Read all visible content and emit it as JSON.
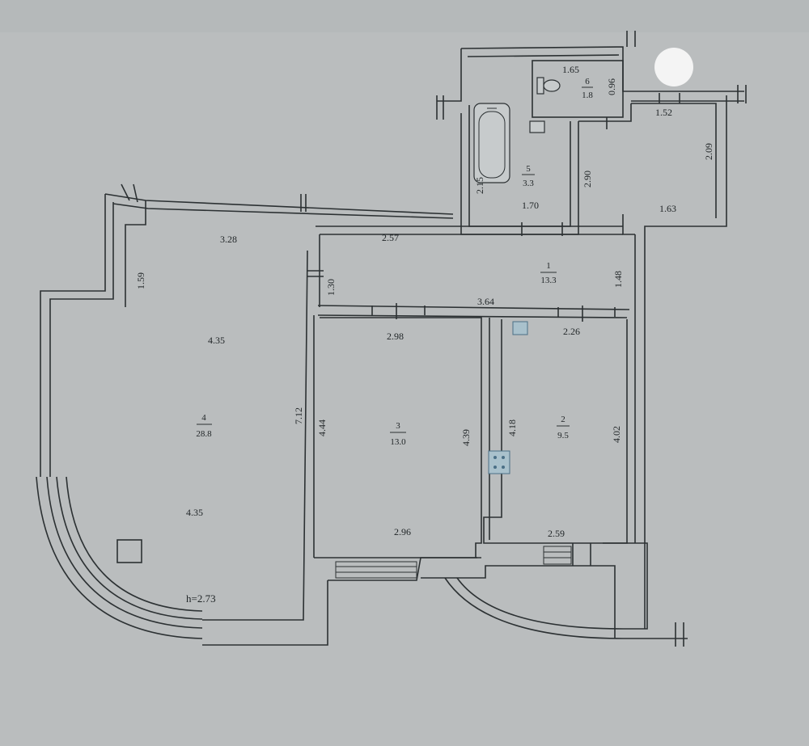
{
  "rooms": [
    {
      "id": "living",
      "number": "4",
      "area": "28.8"
    },
    {
      "id": "bedroom",
      "number": "3",
      "area": "13.0"
    },
    {
      "id": "kitchen",
      "number": "2",
      "area": "9.5"
    },
    {
      "id": "corridor",
      "number": "1",
      "area": "13.3"
    },
    {
      "id": "bathroom",
      "number": "5",
      "area": "3.3"
    },
    {
      "id": "wc",
      "number": "6",
      "area": "1.8"
    }
  ],
  "dims": {
    "living_top": "3.28",
    "living_left_upper": "1.59",
    "living_mid_upper": "4.35",
    "living_mid_lower": "4.35",
    "living_right": "7.12",
    "corridor_entry": "1.30",
    "corridor_top": "2.57",
    "corridor_bottom": "3.64",
    "corridor_right": "1.48",
    "bedroom_top": "2.98",
    "bedroom_left": "4.44",
    "bedroom_right": "4.39",
    "bedroom_bottom": "2.96",
    "kitchen_top": "2.26",
    "kitchen_left": "4.18",
    "kitchen_right": "4.02",
    "kitchen_bottom": "2.59",
    "bath_bottom": "1.70",
    "bath_left": "2.15",
    "bath_right": "2.90",
    "wc_top": "1.65",
    "wc_side": "0.96",
    "hall_top": "1.52",
    "hall_right": "2.09",
    "hall_bottom": "1.63"
  },
  "ceiling_height": "h=2.73"
}
